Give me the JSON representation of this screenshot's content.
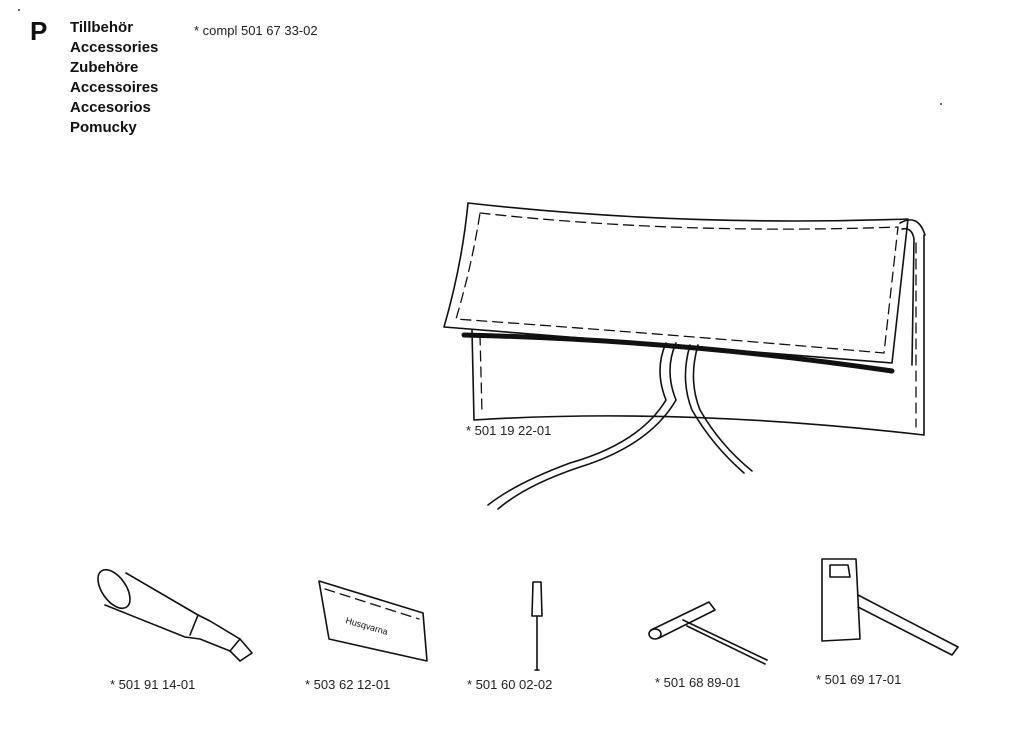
{
  "section": {
    "letter": "P"
  },
  "titles": [
    "Tillbehör",
    "Accessories",
    "Zubehöre",
    "Accessoires",
    "Accesorios",
    "Pomucky"
  ],
  "compl_label": "* compl 501 67 33-02",
  "parts": {
    "tool_bag": "* 501 19 22-01",
    "spark_plug_tool": "* 501 91 14-01",
    "label_strip": "* 503 62 12-01",
    "screwdriver": "* 501 60 02-02",
    "t_wrench": "* 501 68 89-01",
    "combination_wrench": "* 501 69 17-01"
  },
  "label_strip_brand": "Husqvarna"
}
